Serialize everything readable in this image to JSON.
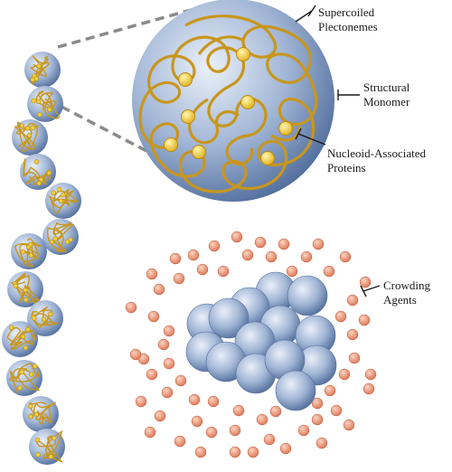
{
  "labels": {
    "supercoiled": [
      "Supercoiled",
      "Plectonemes"
    ],
    "structural": [
      "Structural",
      "Monomer"
    ],
    "nucleoid": [
      "Nucleoid-Associated",
      "Proteins"
    ],
    "crowding": [
      "Crowding",
      "Agents"
    ]
  },
  "colors": {
    "sphere_light": "#eaf0fa",
    "sphere_mid": "#9fb4d4",
    "sphere_dark": "#4d6a99",
    "dna_strand": "#c8961e",
    "protein_light": "#fff6b0",
    "protein_dark": "#e2b01a",
    "crowder_light": "#fbd4c2",
    "crowder_dark": "#dd7452",
    "callout_dash": "#8a8a8a"
  },
  "icons": [
    "sphere-monomer",
    "dna-strand",
    "protein-bead",
    "crowding-agent",
    "dashed-zoom-callout"
  ]
}
